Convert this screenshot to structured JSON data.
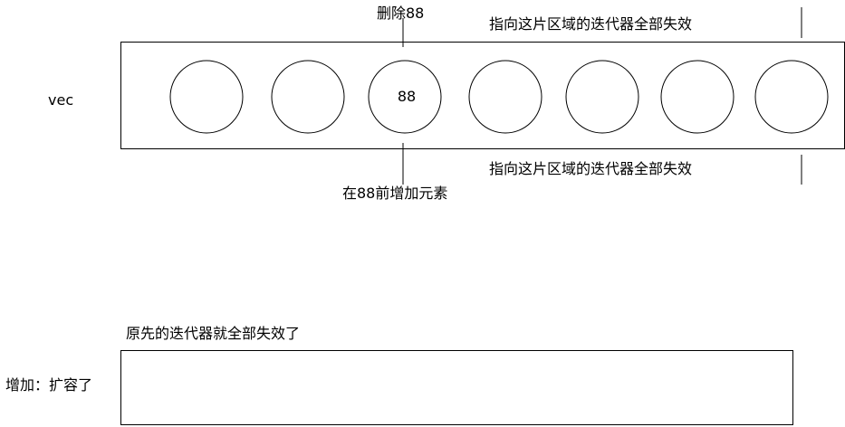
{
  "labels": {
    "vec": "vec",
    "delete": "删除88",
    "insert": "在88前增加元素",
    "invalid_top": "指向这片区域的迭代器全部失效",
    "invalid_bottom": "指向这片区域的迭代器全部失效",
    "grow_caption": "原先的迭代器就全部失效了",
    "grow_label": "增加：扩容了"
  },
  "elements": [
    "",
    "",
    "88",
    "",
    "",
    "",
    ""
  ]
}
